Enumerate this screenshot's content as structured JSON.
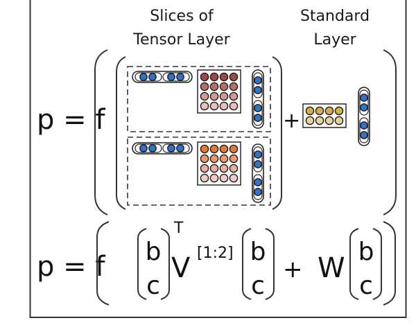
{
  "header": {
    "tensor_label_line1": "Slices of",
    "tensor_label_line2": "Tensor Layer",
    "standard_label_line1": "Standard",
    "standard_label_line2": "Layer"
  },
  "equation_top": {
    "lhs": "p = f",
    "plus": "+"
  },
  "equation_bottom": {
    "lhs": "p = f",
    "vec_top": "b",
    "vec_bottom": "c",
    "transpose": "T",
    "tensor_symbol": "V",
    "tensor_index": "[1:2]",
    "plus": "+",
    "weight_symbol": "W"
  },
  "colors": {
    "node_blue": "#2f74c6",
    "slice1_rows": [
      "#9b4a45",
      "#b5706a",
      "#d29a94",
      "#e8c1bd"
    ],
    "slice2_rows": [
      "#e07a35",
      "#e69a6e",
      "#e6b0a0",
      "#efcdc6"
    ],
    "standard_rows": [
      "#d6ad4c",
      "#ead39b"
    ],
    "stroke": "#2a2a2a"
  }
}
